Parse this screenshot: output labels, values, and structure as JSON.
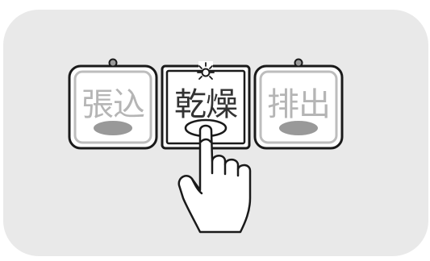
{
  "buttons": [
    {
      "label": "張込",
      "state": "off",
      "led_color": "#9a9a9a"
    },
    {
      "label": "乾燥",
      "state": "on",
      "led_color": "#ffffff"
    },
    {
      "label": "排出",
      "state": "off",
      "led_color": "#9a9a9a"
    }
  ],
  "pointer": {
    "icon": "hand-pointer-icon",
    "target": "乾燥"
  },
  "colors": {
    "panel": "#e9e9e9",
    "outline": "#1a1a1a",
    "inner_border": "#bdbdbd",
    "press_pad": "#999999"
  }
}
